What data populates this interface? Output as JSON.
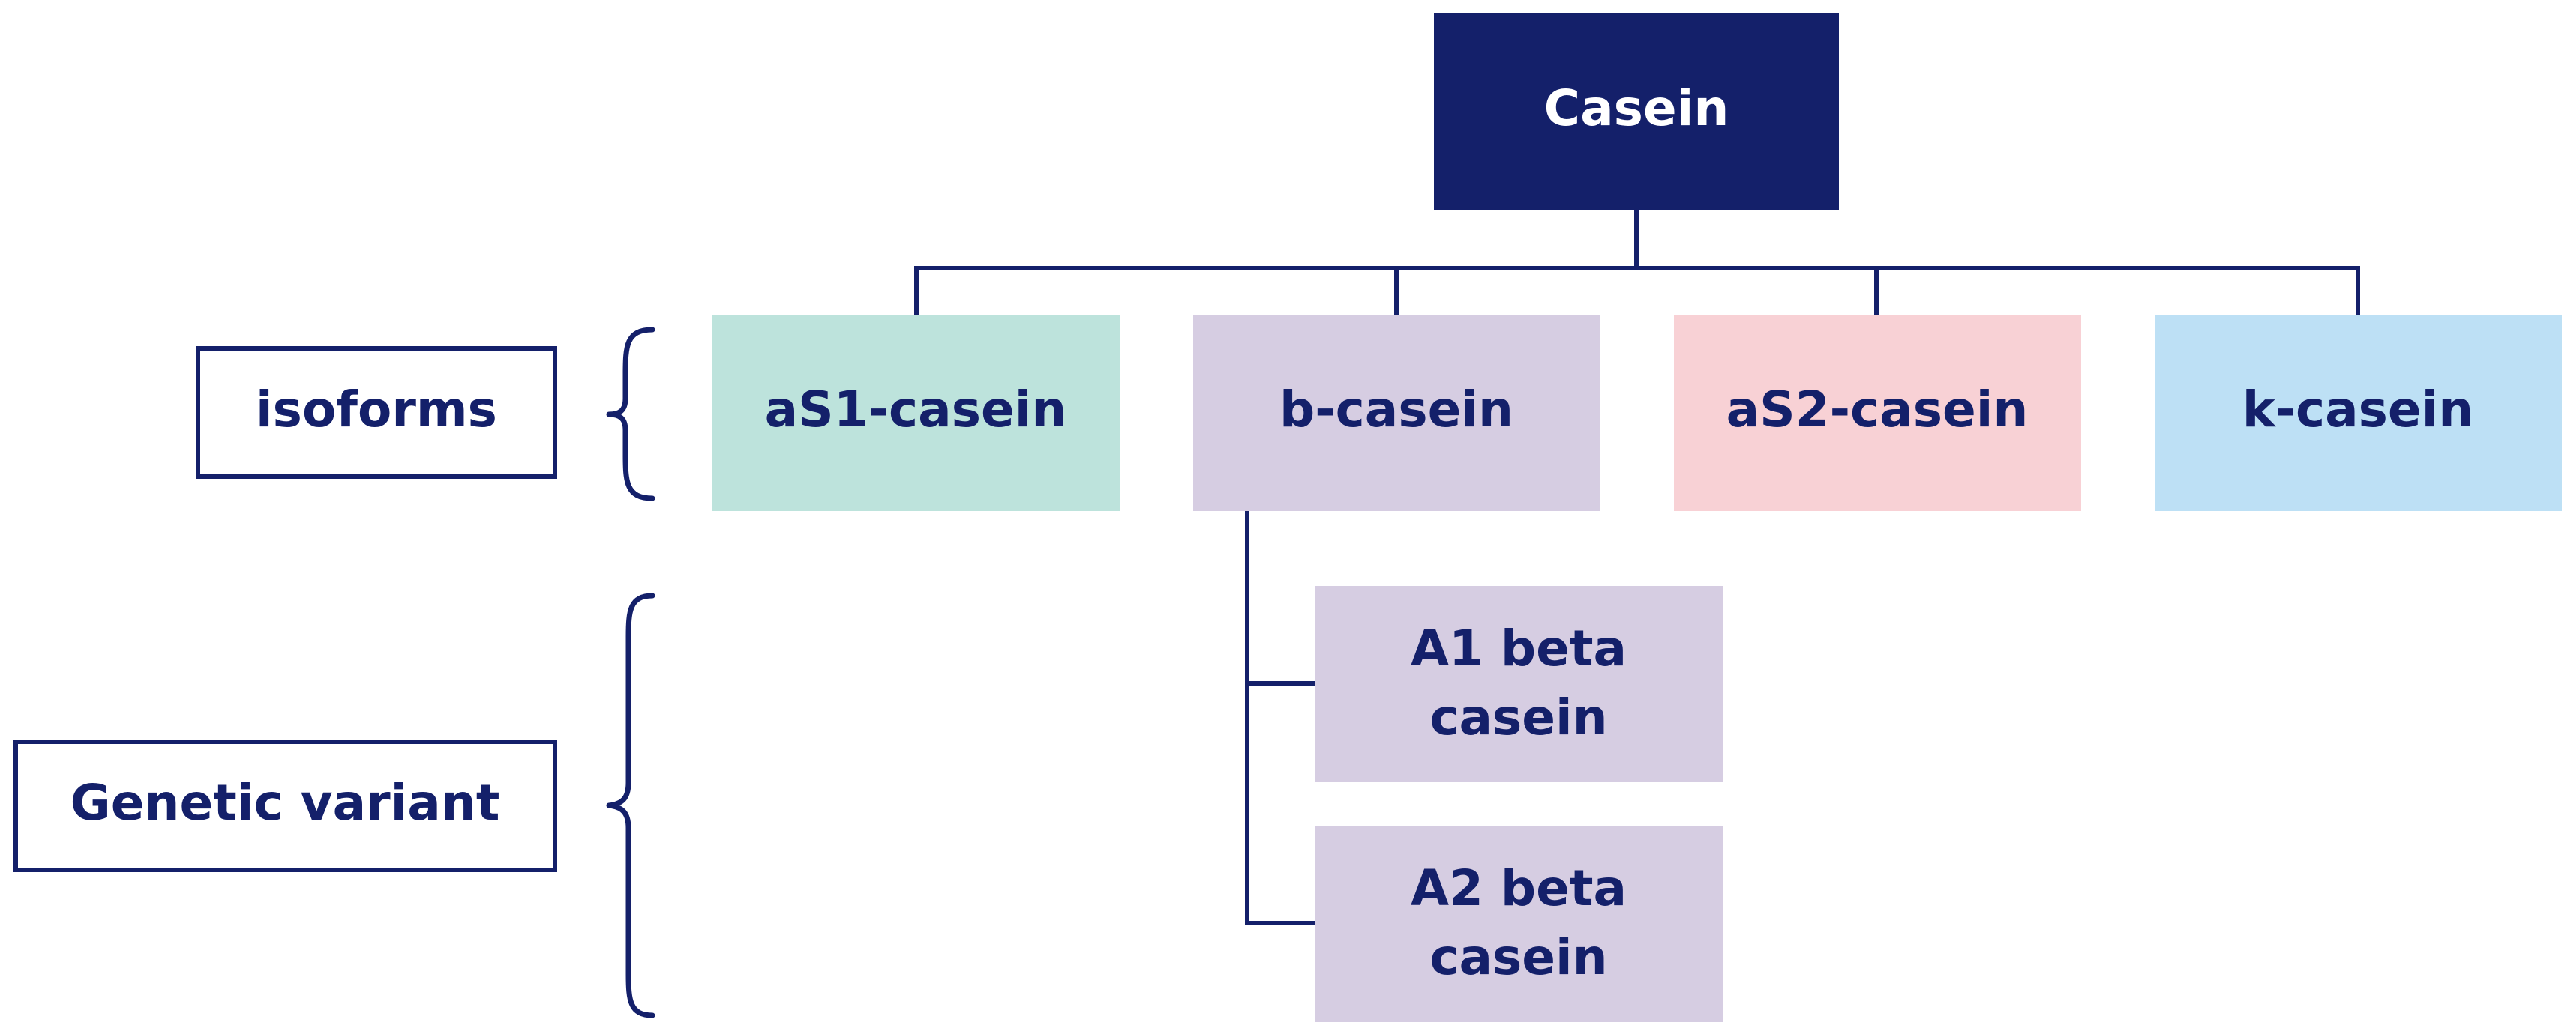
{
  "colors": {
    "navy": "#14206a",
    "white": "#ffffff",
    "mint": "#bde3dc",
    "lavender": "#d6cde2",
    "pink": "#f8d1d5",
    "sky": "#bde0f5"
  },
  "root": {
    "label": "Casein"
  },
  "isoforms": [
    {
      "label": "aS1-casein"
    },
    {
      "label": "b-casein"
    },
    {
      "label": "aS2-casein"
    },
    {
      "label": "k-casein"
    }
  ],
  "variants": [
    {
      "lines": [
        "A1 beta",
        "casein"
      ]
    },
    {
      "lines": [
        "A2 beta",
        "casein"
      ]
    }
  ],
  "side_labels": {
    "isoforms": "isoforms",
    "genetic_variant": "Genetic variant"
  }
}
